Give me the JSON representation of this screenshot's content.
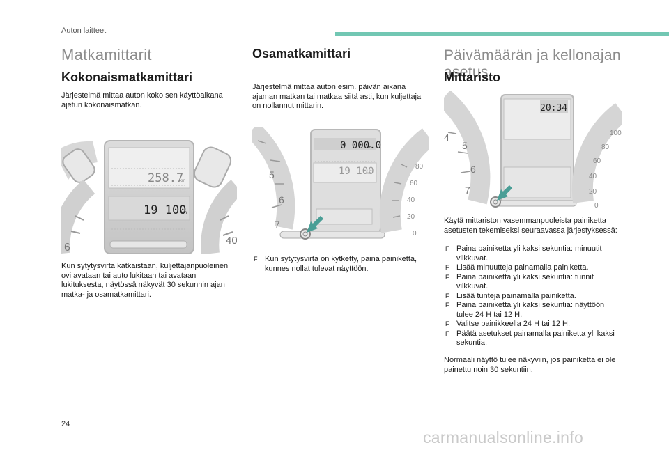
{
  "header": {
    "section_label": "Auton laitteet"
  },
  "col1": {
    "title": "Matkamittarit",
    "subtitle": "Kokonaismatkamittari",
    "intro": "Järjestelmä mittaa auton koko sen käyttöaikana ajetun kokonaismatkan.",
    "display": {
      "trip": "258.7",
      "odo": "19 100",
      "unit": "km",
      "dial_left": "6",
      "dial_right": "40"
    },
    "note": "Kun sytytysvirta katkaistaan, kuljettajanpuoleinen ovi avataan tai auto lukitaan tai avataan lukituksesta, näytössä näkyvät 30 sekunnin ajan matka- ja osamatkamittari."
  },
  "col2": {
    "title": "Osamatkamittari",
    "intro": "Järjestelmä mittaa auton esim. päivän aikana ajaman matkan tai matkaa siitä asti, kun kuljettaja on nollannut mittarin.",
    "display": {
      "trip": "0 000.0",
      "odo": "19 100",
      "unit": "km",
      "left_ticks": [
        "5",
        "6",
        "7"
      ],
      "right_ticks": [
        "80",
        "60",
        "40",
        "20",
        "0"
      ]
    },
    "bullet": "Kun sytytysvirta on kytketty, paina painiketta, kunnes nollat tulevat näyttöön."
  },
  "col3": {
    "title": "Päivämäärän ja kellonajan asetus",
    "subtitle": "Mittaristo",
    "display": {
      "clock": "20:34",
      "left_ticks": [
        "4",
        "5",
        "6",
        "7"
      ],
      "right_ticks": [
        "100",
        "80",
        "60",
        "40",
        "20",
        "0"
      ]
    },
    "intro": "Käytä mittariston vasemmanpuoleista painiketta asetusten tekemiseksi seuraavassa järjestyksessä:",
    "steps": [
      "Paina painiketta yli kaksi sekuntia: minuutit vilkkuvat.",
      "Lisää minuutteja painamalla painiketta.",
      "Paina painiketta yli kaksi sekuntia: tunnit vilkkuvat.",
      "Lisää tunteja painamalla painiketta.",
      "Paina painiketta yli kaksi sekuntia: näyttöön tulee 24 H tai 12 H.",
      "Valitse painikkeella 24 H tai 12 H.",
      "Päätä asetukset painamalla painiketta yli kaksi sekuntia."
    ],
    "outro": "Normaali näyttö tulee näkyviin, jos painiketta ei ole painettu noin 30 sekuntiin."
  },
  "bullet_marker": "F",
  "footer": {
    "page_number": "24",
    "watermark": "carmanualsonline.info"
  },
  "colors": {
    "accent": "#72c7b3",
    "arrow": "#4a9e96"
  }
}
